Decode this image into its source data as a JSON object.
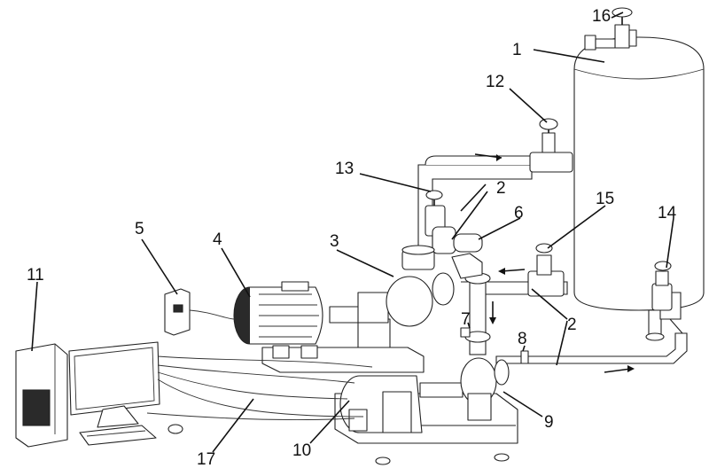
{
  "callouts": [
    {
      "id": "label-1",
      "text": "1"
    },
    {
      "id": "label-2a",
      "text": "2"
    },
    {
      "id": "label-2b",
      "text": "2"
    },
    {
      "id": "label-3",
      "text": "3"
    },
    {
      "id": "label-4",
      "text": "4"
    },
    {
      "id": "label-5",
      "text": "5"
    },
    {
      "id": "label-6",
      "text": "6"
    },
    {
      "id": "label-7",
      "text": "7"
    },
    {
      "id": "label-8",
      "text": "8"
    },
    {
      "id": "label-9",
      "text": "9"
    },
    {
      "id": "label-10",
      "text": "10"
    },
    {
      "id": "label-11",
      "text": "11"
    },
    {
      "id": "label-12",
      "text": "12"
    },
    {
      "id": "label-13",
      "text": "13"
    },
    {
      "id": "label-14",
      "text": "14"
    },
    {
      "id": "label-15",
      "text": "15"
    },
    {
      "id": "label-16",
      "text": "16"
    },
    {
      "id": "label-17",
      "text": "17"
    }
  ],
  "colors": {
    "line": "#111111",
    "fill": "#ffffff",
    "dark": "#2a2a2a"
  }
}
